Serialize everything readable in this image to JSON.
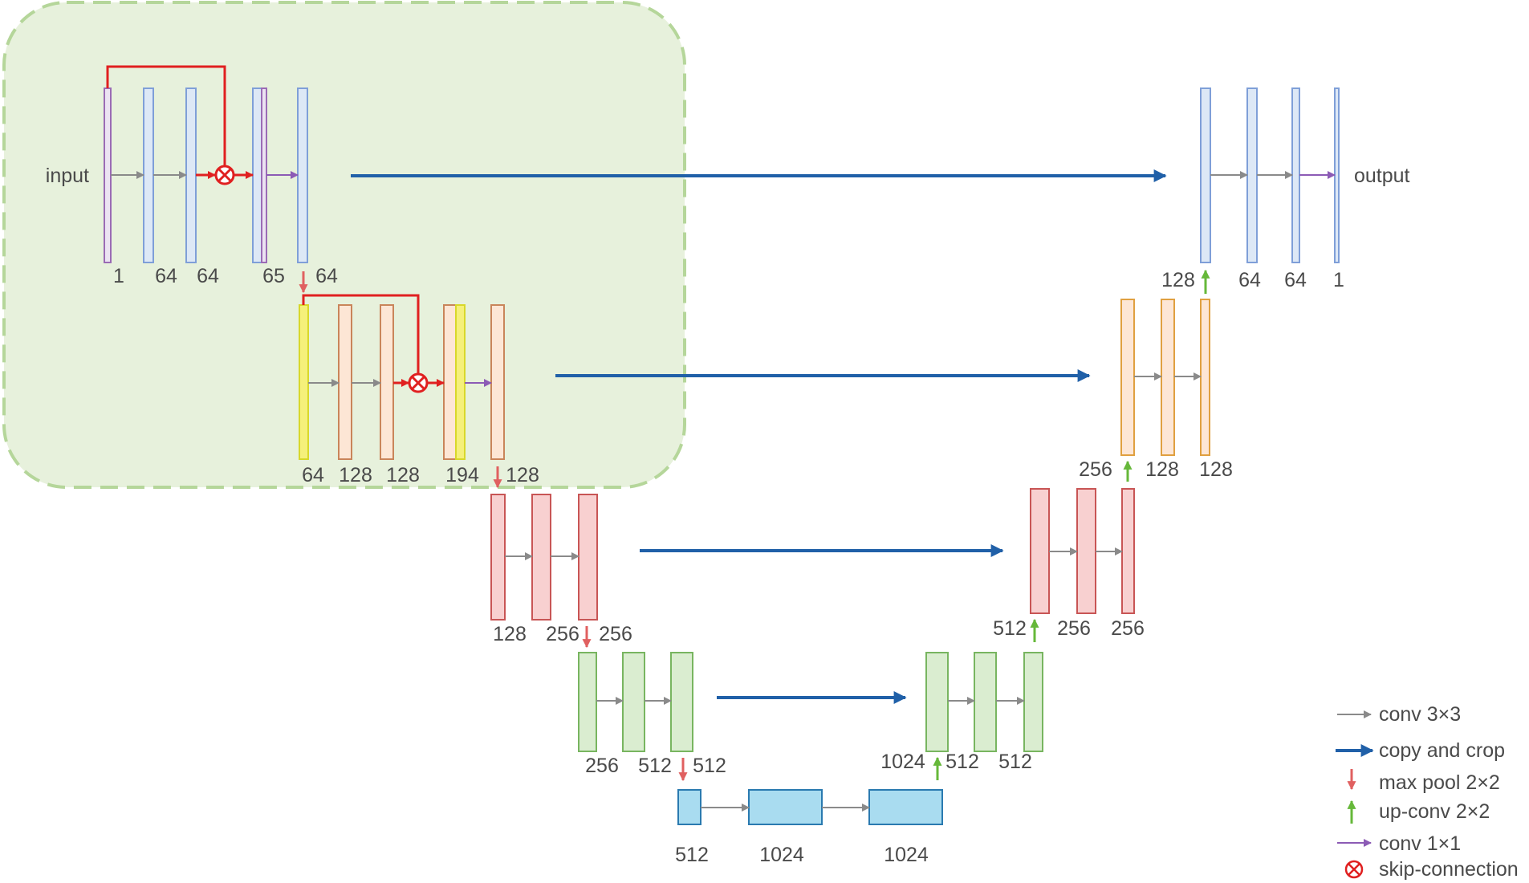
{
  "labels": {
    "input": "input",
    "output": "output"
  },
  "legend": {
    "conv3": "conv 3×3",
    "copy": "copy and crop",
    "maxpool": "max pool 2×2",
    "upconv": "up-conv 2×2",
    "conv1": "conv 1×1",
    "skip": "skip-connection"
  },
  "colors": {
    "level1": "#7f9fd8",
    "level2": "#c9855a",
    "level3": "#c85555",
    "level4": "#78b560",
    "bottleneck": "#2a7ab0",
    "concat_purple": "#9b6bb5",
    "concat_yellow": "#d8d82a",
    "copy_arrow": "#2060a8",
    "conv_arrow": "#8a8a8a",
    "conv1_arrow": "#8c5bb5",
    "maxpool_arrow": "#e06060",
    "upconv_arrow": "#66b83a",
    "skip": "#e02020",
    "highlight_region": "#e7f1dc"
  },
  "channels": {
    "enc1": [
      "1",
      "64",
      "64",
      "65",
      "64"
    ],
    "enc2": [
      "64",
      "128",
      "128",
      "194",
      "128"
    ],
    "enc3": [
      "128",
      "256",
      "256"
    ],
    "enc4": [
      "256",
      "512",
      "512"
    ],
    "bottleneck": [
      "512",
      "1024",
      "1024"
    ],
    "dec4": [
      "1024",
      "512",
      "512"
    ],
    "dec3": [
      "512",
      "256",
      "256"
    ],
    "dec2": [
      "256",
      "128",
      "128"
    ],
    "dec1": [
      "128",
      "64",
      "64",
      "1"
    ]
  }
}
